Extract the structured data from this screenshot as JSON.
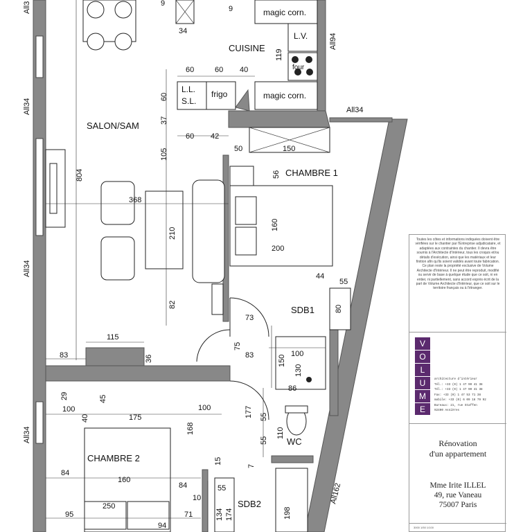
{
  "rooms": {
    "salon": "SALON/SAM",
    "cuisine": "CUISINE",
    "chambre1": "CHAMBRE 1",
    "chambre2": "CHAMBRE 2",
    "sdb1": "SDB1",
    "sdb2": "SDB2",
    "wc": "WC"
  },
  "kitchen_labels": {
    "magic_top": "magic corn.",
    "lv": "L.V.",
    "four": "four",
    "ll": "L.L.",
    "sl": "S.L.",
    "frigo": "frigo",
    "magic_bottom": "magic corn."
  },
  "wall_labels": {
    "all3_top": "All3",
    "all94": "All94",
    "all34_left1": "All34",
    "all34_left2": "All34",
    "all34_left3": "All34",
    "all34_right": "All34",
    "all162": "All162"
  },
  "dimensions": {
    "d9": "9",
    "d34": "34",
    "d9b": "9",
    "d119": "119",
    "d60a": "60",
    "d60b": "60",
    "d40": "40",
    "d60c": "60",
    "d37": "37",
    "d60d": "60",
    "d42": "42",
    "d105": "105",
    "d50": "50",
    "d150": "150",
    "d56": "56",
    "d804": "804",
    "d368": "368",
    "d210": "210",
    "d160": "160",
    "d200": "200",
    "d44": "44",
    "d55": "55",
    "d80": "80",
    "d82": "82",
    "d73": "73",
    "d75": "75",
    "d83": "83",
    "d115": "115",
    "d83b": "83",
    "d36": "36",
    "d100": "100",
    "d150b": "150",
    "d130": "130",
    "d86": "86",
    "d29": "29",
    "d45": "45",
    "d100b": "100",
    "d40b": "40",
    "d175": "175",
    "d100c": "100",
    "d168": "168",
    "d177": "177",
    "d55b": "55",
    "d55c": "55",
    "d110": "110",
    "d7": "7",
    "d15": "15",
    "d84": "84",
    "d160b": "160",
    "d84b": "84",
    "d10": "10",
    "d55d": "55",
    "d250": "250",
    "d95": "95",
    "d71": "71",
    "d94": "94",
    "d134": "134",
    "d174": "174",
    "d198": "198"
  },
  "legend": {
    "note": "Toutes les côtes et informations indiquées doivent être vérifiées sur le chantier par l'Entreprise adjudicataire, et adaptées aux contraintes du chantier. Il devra être soumis à l'Architecte d'Intérieur, tous les croquis et/ou détails d'exécution, ainsi que les matériaux et leur finition afin qu'ils soient validés avant toute fabrication. Ce plan reste la propriété exclusive de Volume Architecte d'Intérieur. Il ne peut être reproduit, modifié ou servir de base à quelque étude que ce soit, ni en entier, ni partiellement, sans accord exprès écrit de la part de Volume Architecte d'Intérieur, que ce soit sur le territoire français ou à l'étranger.",
    "logo_letters": [
      "V",
      "O",
      "L",
      "U",
      "M",
      "E"
    ],
    "firm": "architecture d'intérieur",
    "tel1": "Tél.: +33 (0) 1 47 90 41 38",
    "tel2": "Tél.: +33 (0) 1 47 90 41 38",
    "fax": "Fax: +33 (0) 1 47 53 71 38",
    "mobile": "mobile: +33 (0) 6 09 18 79 92",
    "bureaux": "Bureaux: 21, rue Staffen",
    "city": "92400 Asnières",
    "project_line1": "Rénovation",
    "project_line2": "d'un appartement",
    "client_name": "Mme Irite ILLEL",
    "client_street": "49, rue Vaneau",
    "client_city": "75007 Paris",
    "footer": "3000 1/50 1/100"
  },
  "colors": {
    "wall": "#888888",
    "logo": "#5b2a6e"
  }
}
